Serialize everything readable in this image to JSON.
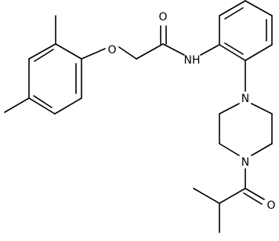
{
  "molecule": {
    "atom_labels": {
      "carbonyl_oxygen_top": "O",
      "ether_oxygen": "O",
      "amide_nitrogen": "NH",
      "piperazine_nitrogen_upper": "N",
      "piperazine_nitrogen_lower": "N",
      "carbonyl_oxygen_bottom": "O"
    }
  }
}
